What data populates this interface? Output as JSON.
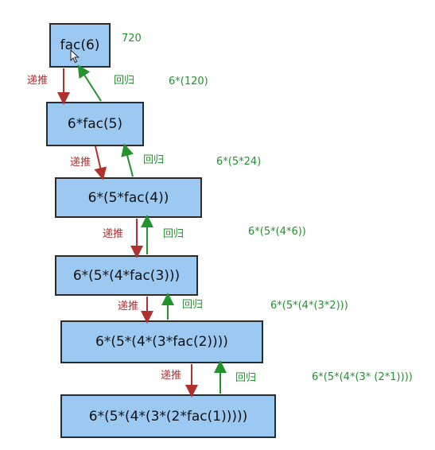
{
  "boxes": [
    {
      "text": "fac(6)"
    },
    {
      "text": "6*fac(5)"
    },
    {
      "text": "6*(5*fac(4))"
    },
    {
      "text": "6*(5*(4*fac(3)))"
    },
    {
      "text": "6*(5*(4*(3*fac(2))))"
    },
    {
      "text": "6*(5*(4*(3*(2*fac(1)))))"
    }
  ],
  "labels": {
    "push": "递推",
    "pop": "回归"
  },
  "values": [
    "720",
    "6*(120)",
    "6*(5*24)",
    "6*(5*(4*6))",
    "6*(5*(4*(3*2)))",
    "6*(5*(4*(3*  (2*1))))"
  ],
  "colors": {
    "box_fill": "#9cc9f2",
    "push_arrow": "#b03030",
    "pop_arrow": "#23932e"
  }
}
